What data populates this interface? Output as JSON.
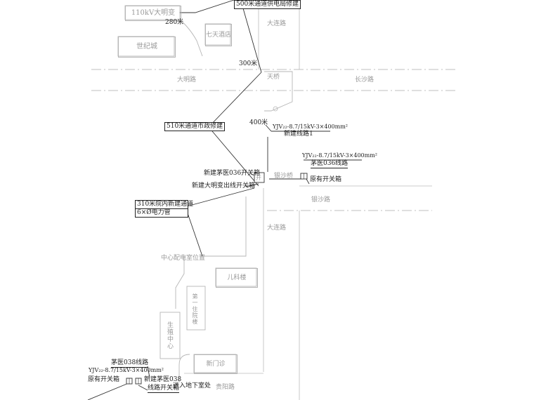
{
  "labels": {
    "substation": "110kV大明变",
    "dist_280": "280米",
    "top_note": "500米通道供电局修建",
    "century_city": "世纪城",
    "seven_days": "七天酒店",
    "dalian_road_north": "大连路",
    "dist_300": "300米",
    "daming_road": "大明路",
    "bridge": "天桥",
    "changsha_road": "长沙路",
    "gov_note": "510米通道市政修建",
    "dist_400": "400米",
    "cable_spec_new": "YJV₂₂-8.7/15kV-3×400mm²",
    "new_line_1": "新建线路1",
    "cable_spec_maoyi": "YJV₂₂-8.7/15kV-3×400mm²",
    "maoyi_036": "茅医036线路",
    "yinsha_bridge": "银沙桥",
    "existing_switch_right": "原有开关箱",
    "new_036_box": "新建茅医036开关箱",
    "new_daming_box": "新建大明变出线开关箱",
    "open_mark": "开",
    "yinsha_road": "银沙路",
    "hosp_note_1": "310米院内新建通道",
    "hosp_note_2": "6×Ø电力管",
    "dalian_road_south": "大连路",
    "center_room": "中心配电室位置",
    "pediatrics": "儿科楼",
    "building_1": "第一住院楼",
    "life_center": "生殖中心",
    "new_clinic": "新门诊",
    "maoyi_038": "茅医038线路",
    "cable_spec_038": "YJV₂₂-8.7/15kV-3×400mm²",
    "existing_switch_left": "原有开关箱",
    "new_038_box_1": "新建茅医038",
    "new_038_box_2": "线路开关箱",
    "enter_basement": "进入地下室处",
    "guiyang_road": "贵阳路"
  }
}
